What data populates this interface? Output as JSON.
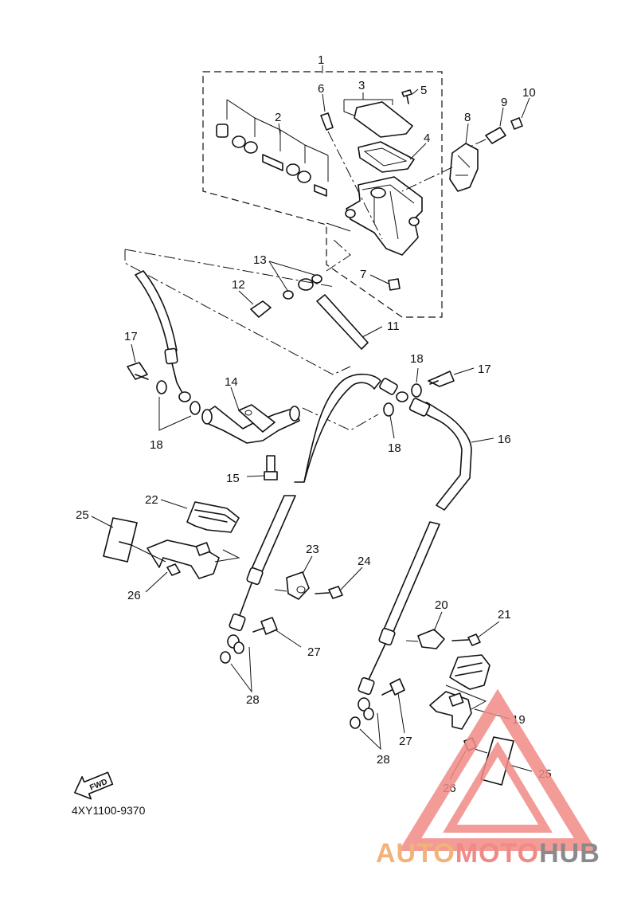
{
  "diagram": {
    "catalog_code": "4XY1100-9370",
    "fwd_label": "FWD",
    "callouts": {
      "c1": "1",
      "c2": "2",
      "c3": "3",
      "c4": "4",
      "c5": "5",
      "c6": "6",
      "c7": "7",
      "c8": "8",
      "c9": "9",
      "c10": "10",
      "c11": "11",
      "c12": "12",
      "c13": "13",
      "c14": "14",
      "c15": "15",
      "c16": "16",
      "c17a": "17",
      "c17b": "17",
      "c18a": "18",
      "c18b": "18",
      "c18c": "18",
      "c19": "19",
      "c20": "20",
      "c21": "21",
      "c22": "22",
      "c23": "23",
      "c24": "24",
      "c25a": "25",
      "c25b": "25",
      "c26a": "26",
      "c26b": "26",
      "c27a": "27",
      "c27b": "27",
      "c28a": "28",
      "c28b": "28"
    }
  },
  "watermark": {
    "brand_part1": "AUTO",
    "brand_part2": "MOTO",
    "brand_part3": "HUB",
    "color_light": "#f3b27a",
    "color_red": "#f08a86",
    "color_gray": "#8a8a8a"
  }
}
